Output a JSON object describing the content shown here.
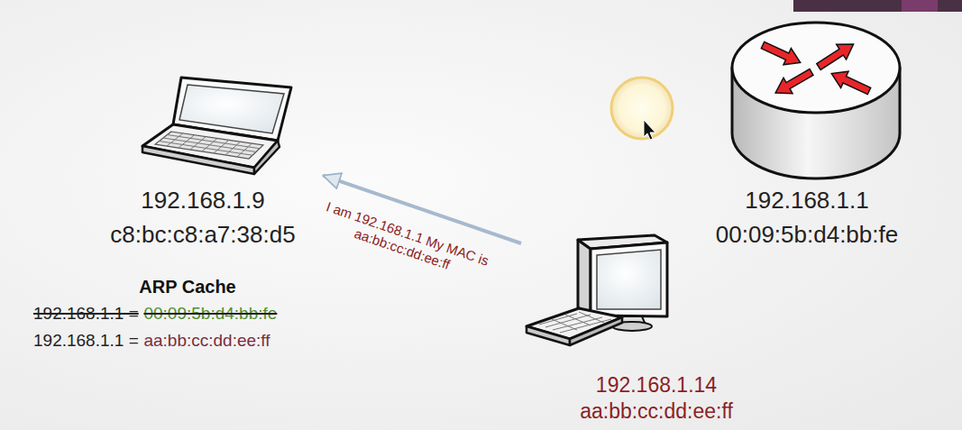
{
  "diagram": {
    "nodes": [
      {
        "text": [
          "192.168.1.9",
          "c8:bc:c8:a7:38:d5"
        ]
      },
      {
        "text": [
          "192.168.1.1",
          "00:09:5b:d4:bb:fe"
        ]
      },
      {
        "text": [
          "192.168.1.14",
          "aa:bb:cc:dd:ee:ff"
        ]
      }
    ],
    "edges": [
      {
        "from": 2,
        "to": 0,
        "arrow": "to",
        "label": "I am 192.168.1.1 My MAC is aa:bb:cc:dd:ee:ff"
      }
    ],
    "labels": [
      "ARP Cache",
      "192.168.1.1 =",
      "00:09:5b:d4:bb:fe",
      "192.168.1.1 =",
      "aa:bb:cc:dd:ee:ff"
    ]
  }
}
